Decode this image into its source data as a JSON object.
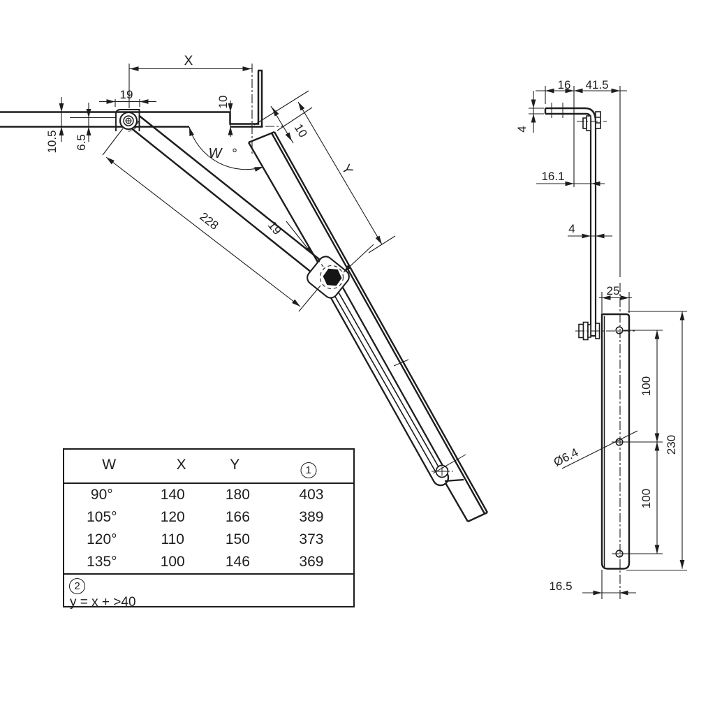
{
  "front_view": {
    "dim_x": "X",
    "dim_hinge_width": "19",
    "dim_step": "10",
    "dim_panel_thickness": "10.5",
    "dim_bracket_offset": "6.5",
    "angle_label": "W",
    "degree_symbol": "°",
    "dim_arm_length": "228",
    "dim_arm_width": "19",
    "dim_flap_offset": "10",
    "dim_y": "Y"
  },
  "side_view": {
    "dim_top_left": "16",
    "dim_top_right": "41.5",
    "dim_bracket_thickness": "4",
    "dim_offset": "16.1",
    "dim_bar_thickness": "4",
    "dim_plate_width": "25",
    "dim_hole_spacing_upper": "100",
    "dim_hole_spacing_lower": "100",
    "dim_plate_length": "230",
    "dim_hole_diameter": "Ø6.4",
    "dim_bottom_offset": "16.5"
  },
  "table": {
    "col_w": "W",
    "col_x": "X",
    "col_y": "Y",
    "badge_1": "1",
    "badge_2": "2",
    "rows": [
      [
        "90°",
        "140",
        "180",
        "403"
      ],
      [
        "105°",
        "120",
        "166",
        "389"
      ],
      [
        "120°",
        "110",
        "150",
        "373"
      ],
      [
        "135°",
        "100",
        "146",
        "369"
      ]
    ],
    "footnote": "y = x + >40"
  },
  "colors": {
    "line": "#1d1d1d",
    "background": "#ffffff"
  }
}
